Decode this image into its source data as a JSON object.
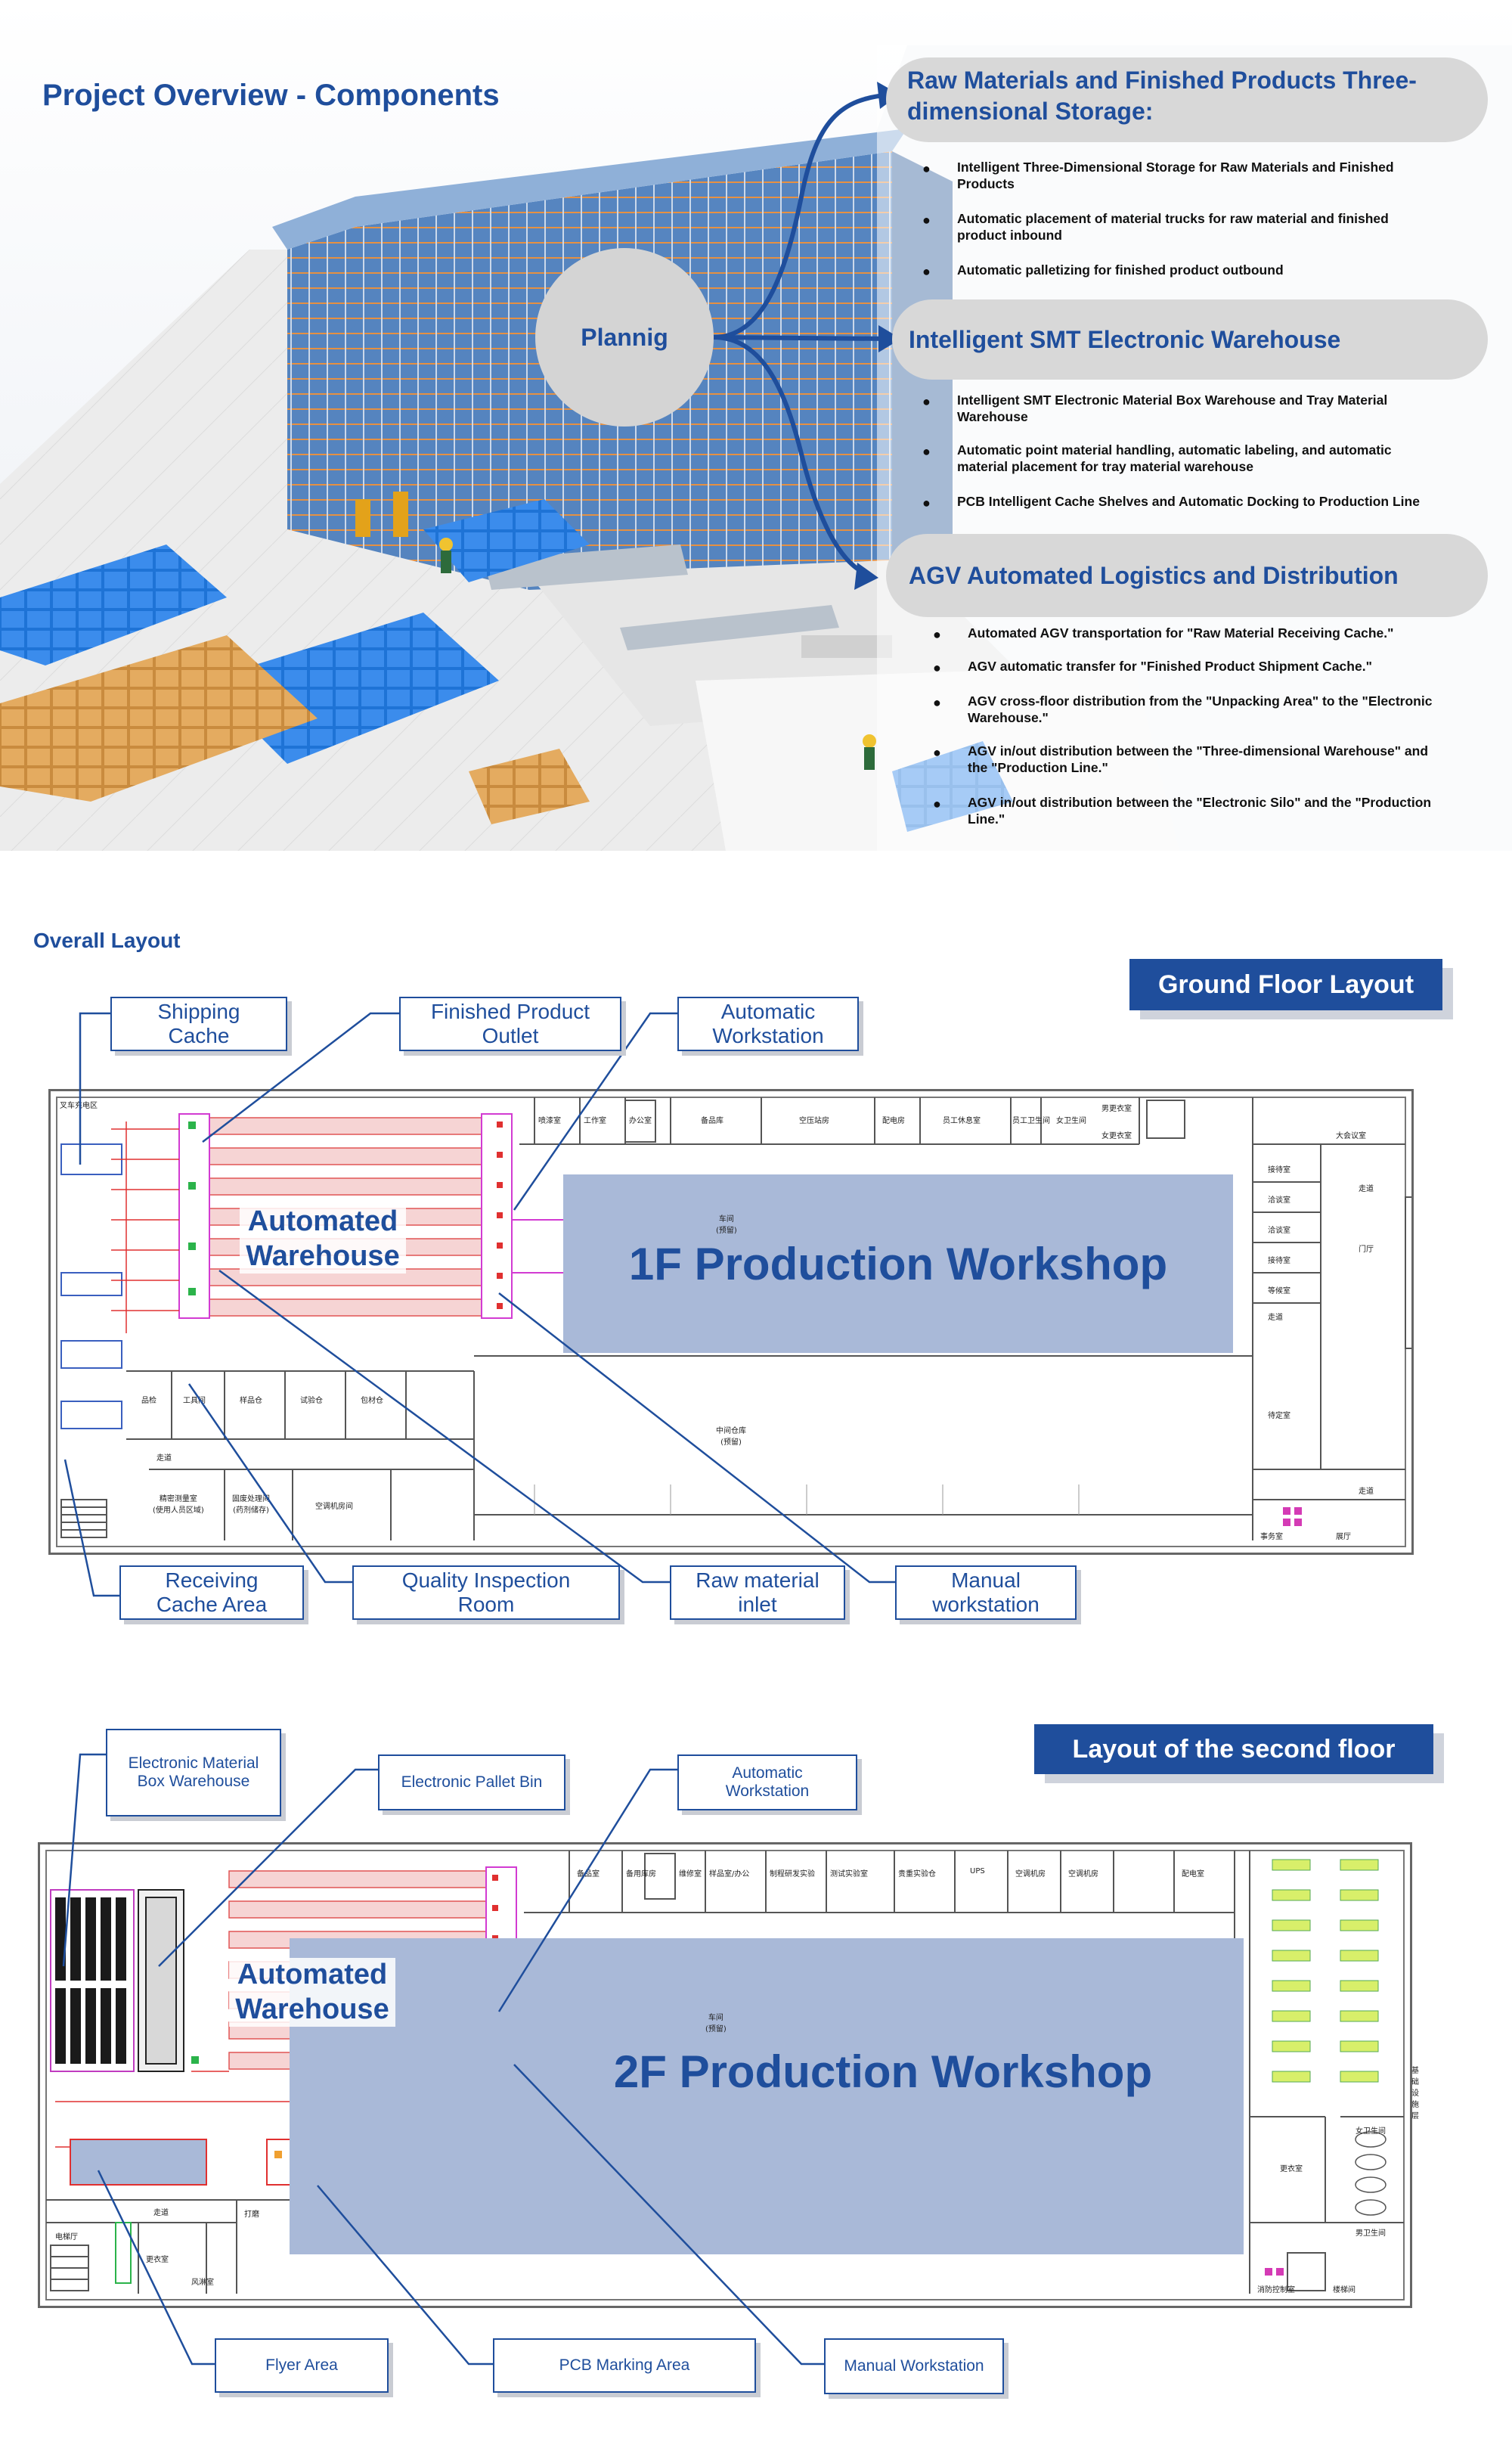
{
  "hero": {
    "title": "Project Overview - Components",
    "center_label": "Plannig",
    "sections": [
      {
        "heading_line1": "Raw Materials and Finished Products Three-",
        "heading_line2": "dimensional Storage:",
        "bullets": [
          "Intelligent Three-Dimensional Storage for Raw Materials and Finished Products",
          "Automatic placement of material trucks for raw material and finished product inbound",
          "Automatic palletizing for finished product outbound"
        ]
      },
      {
        "heading_line1": "Intelligent SMT Electronic Warehouse",
        "heading_line2": "",
        "bullets": [
          "Intelligent SMT Electronic Material Box Warehouse and Tray Material Warehouse",
          "Automatic point material handling, automatic labeling, and automatic material placement for tray material warehouse",
          "PCB Intelligent Cache Shelves and Automatic Docking to Production Line"
        ]
      },
      {
        "heading_line1": "AGV Automated Logistics and Distribution",
        "heading_line2": "",
        "bullets": [
          "Automated AGV transportation for \"Raw Material Receiving Cache.\"",
          "AGV automatic transfer for \"Finished Product Shipment Cache.\"",
          "AGV cross-floor distribution from the \"Unpacking Area\" to the \"Electronic Warehouse.\"",
          "AGV in/out distribution between the \"Three-dimensional Warehouse\" and the \"Production Line.\"",
          "AGV in/out distribution between the \"Electronic Silo\" and the \"Production Line.\""
        ]
      }
    ]
  },
  "overall_layout": {
    "title": "Overall Layout",
    "ground": {
      "banner": "Ground Floor Layout",
      "callouts_top": [
        "Shipping\nCache",
        "Finished Product\nOutlet",
        "Automatic\nWorkstation"
      ],
      "callouts_bottom": [
        "Receiving\nCache Area",
        "Quality Inspection\nRoom",
        "Raw material\ninlet",
        "Manual\nworkstation"
      ],
      "warehouse_label": "Automated\nWarehouse",
      "workshop_label": "1F Production Workshop",
      "rooms_top": [
        "叉车充电区",
        "喷漆室",
        "工作室",
        "办公室",
        "备品库",
        "空压站房",
        "配电房",
        "员工休息室",
        "员工卫生间",
        "女卫生间",
        "男更衣室",
        "女更衣室",
        "大会议室"
      ],
      "rooms_bottom": [
        "品检",
        "工具间",
        "样品仓",
        "试验仓",
        "包材仓",
        "走道",
        "精密测量室\n(使用人员区域)",
        "固废处理间\n(药剂储存)",
        "空调机房间",
        "中间仓库\n(预留)",
        "走道"
      ],
      "rooms_right": [
        "接待室",
        "洽谈室",
        "洽谈室",
        "接待室",
        "等候室",
        "走道",
        "门厅",
        "待定室",
        "走道",
        "展厅",
        "事务室"
      ],
      "workshop_sub": "车间\n(预留)"
    },
    "second": {
      "banner": "Layout of the second floor",
      "callouts_top": [
        "Electronic Material\nBox Warehouse",
        "Electronic Pallet Bin",
        "Automatic\nWorkstation"
      ],
      "callouts_bottom": [
        "Flyer Area",
        "PCB Marking Area",
        "Manual Workstation"
      ],
      "warehouse_label": "Automated\nWarehouse",
      "workshop_label": "2F Production Workshop",
      "rooms_top": [
        "备品室",
        "备用库房",
        "维修室",
        "样品室/办公",
        "制程研发实验",
        "测试实验室",
        "贵重实验仓",
        "UPS",
        "空调机房",
        "空调机房",
        "配电室"
      ],
      "rooms_misc": [
        "走道",
        "电梯厅",
        "更衣室",
        "风淋室",
        "打磨",
        "更衣室",
        "女卫生间",
        "男卫生间",
        "消防控制室",
        "楼梯间"
      ],
      "right_label": "基础设施层",
      "workshop_sub": "车间\n(预留)"
    }
  }
}
